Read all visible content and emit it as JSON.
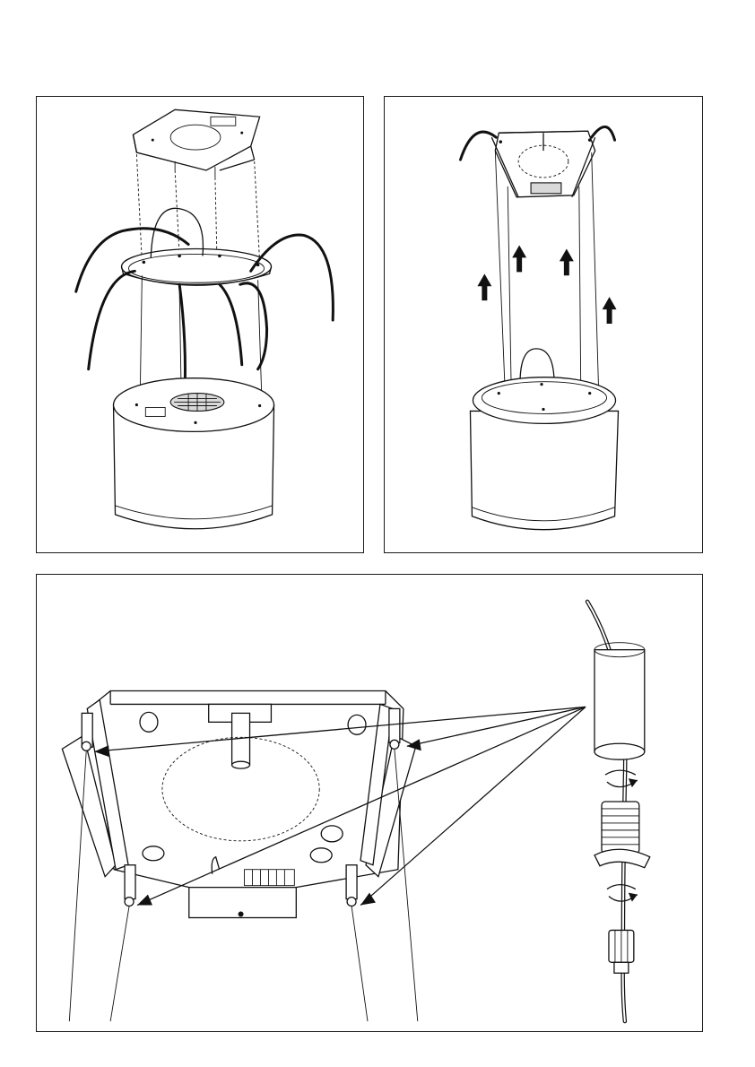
{
  "figures": [
    {
      "id": "fig-1",
      "subject": "hood-ring-and-bracket-exploded"
    },
    {
      "id": "fig-2",
      "subject": "hood-lifted-on-cables"
    },
    {
      "id": "fig-3",
      "subject": "cable-clamp-detail"
    }
  ],
  "icons": {
    "arrow": "up-arrow-icon",
    "rotate": "rotate-arrow-icon"
  }
}
